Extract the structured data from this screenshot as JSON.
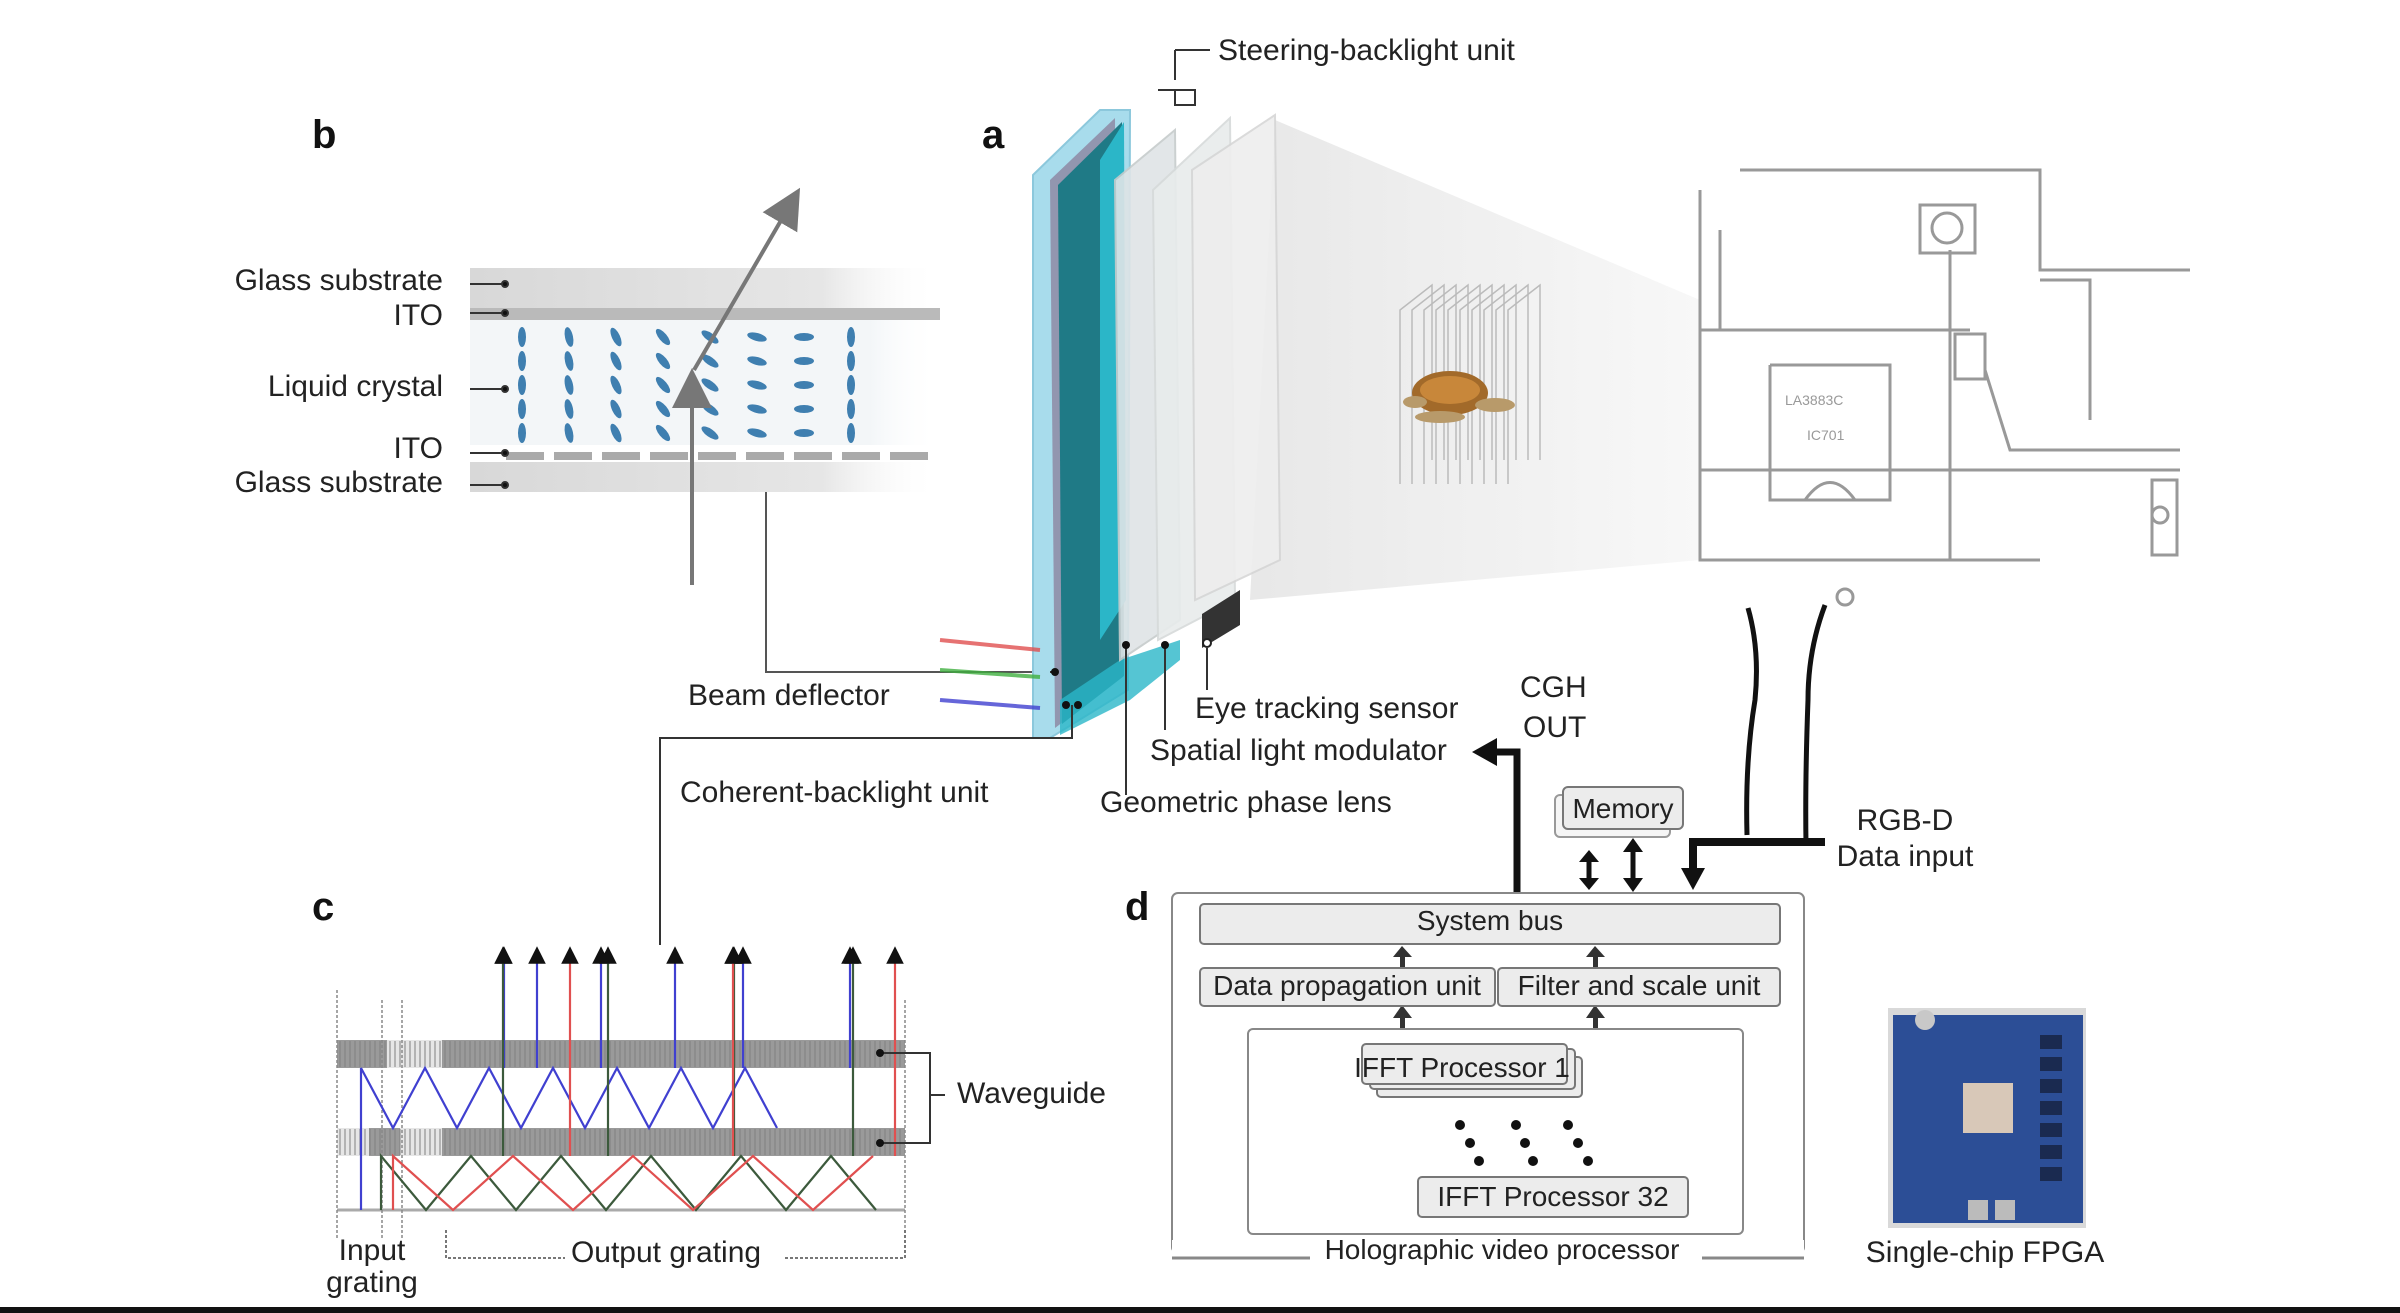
{
  "panels": {
    "a": "a",
    "b": "b",
    "c": "c",
    "d": "d"
  },
  "panel_a": {
    "steering_backlight": "Steering-backlight unit",
    "beam_deflector": "Beam deflector",
    "coherent_backlight": "Coherent-backlight unit",
    "geometric_phase_lens": "Geometric phase lens",
    "spatial_light_modulator": "Spatial light modulator",
    "eye_tracking_sensor": "Eye tracking sensor",
    "cgh_out_line1": "CGH",
    "cgh_out_line2": "OUT",
    "colors": {
      "red": "#e05050",
      "green": "#40b040",
      "blue": "#4040d0",
      "teal": "#1f7a86",
      "glass": "#a8dcec"
    }
  },
  "panel_b": {
    "layers": [
      "Glass substrate",
      "ITO",
      "Liquid crystal",
      "ITO",
      "Glass substrate"
    ],
    "lc_color": "#3f7fb0"
  },
  "panel_c": {
    "waveguide": "Waveguide",
    "input_grating_line1": "Input",
    "input_grating_line2": "grating",
    "output_grating": "Output grating"
  },
  "panel_d": {
    "memory": "Memory",
    "rgbd_line1": "RGB-D",
    "rgbd_line2": "Data input",
    "system_bus": "System bus",
    "data_propagation": "Data propagation unit",
    "filter_scale": "Filter and scale unit",
    "ifft1": "IFFT Processor 1",
    "ifft32": "IFFT Processor 32",
    "hvp": "Holographic video processor",
    "fpga": "Single-chip FPGA"
  },
  "schematic": {
    "chip_label": "IC701",
    "chip_part": "LA3883C"
  }
}
